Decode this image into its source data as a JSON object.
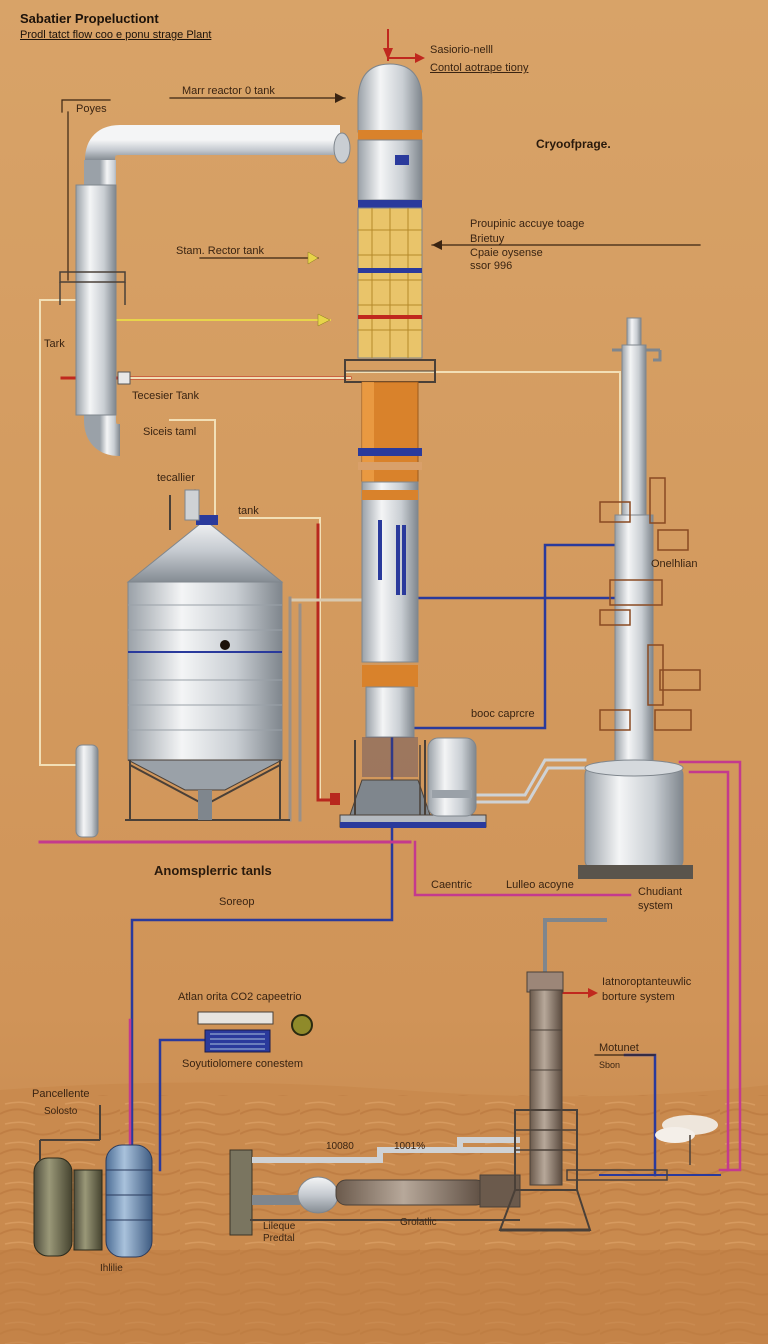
{
  "header": {
    "title": "Sabatier Propeluctiont",
    "subtitle": "Prodl tatct flow coo e ponu strage Plant"
  },
  "labels": {
    "top_right_1": "Sasiorio-nelll",
    "top_right_2": "Contol aotrape tiony",
    "main_reactor": "Marr reactor 0 tank",
    "pipes": "Poyes",
    "cryostorage": "Cryoofprage.",
    "propellant_1": "Proupinic accuye toage",
    "propellant_2": "Brietuy",
    "propellant_3": "Cpaie oysense",
    "propellant_4": "ssor 996",
    "stam_reactor": "Stam. Rector tank",
    "tark": "Tark",
    "tecesier_tank": "Tecesier Tank",
    "siceis_tank": "Siceis taml",
    "tecallier": "tecallier",
    "tank": "tank",
    "onelhlian": "Onelhlian",
    "booc_capre": "booc caprcre",
    "atmospheric_tanks": "Anomsplerric tanls",
    "soreop": "Soreop",
    "caentric": "Caentric",
    "lulleo_acoyne": "Lulleo acoyne",
    "chudiant_1": "Chudiant",
    "chudiant_2": "system",
    "atlant_co2": "Atlan orita CO2 capeetrio",
    "soputionmere": "Soyutiolomere conestem",
    "lafonoph_1": "Iatnoroptanteuwlic",
    "lafonoph_2": "borture system",
    "motuniet_1": "Motunet",
    "motuniet_2": "Sbon",
    "pancellieute_1": "Pancellente",
    "pancellieute_2": "Solosto",
    "val_1": "10080",
    "val_2": "1001%",
    "liquid_1": "Lileque",
    "liquid_2": "Predtal",
    "grolatio": "Grolatlic",
    "buttom": "Ihlilie"
  },
  "colors": {
    "bg_top": "#d6a064",
    "bg_bottom": "#c98a4e",
    "ground": "#c8884c",
    "steel_light": "#eef0f2",
    "steel_dark": "#8e959c",
    "orange_band": "#d9822b",
    "blue_pipe": "#2a3a9c",
    "magenta_pipe": "#c43a8e",
    "red_pipe": "#b8281e",
    "yellow_arrow": "#e8d44a",
    "frame": "#4a4038"
  }
}
